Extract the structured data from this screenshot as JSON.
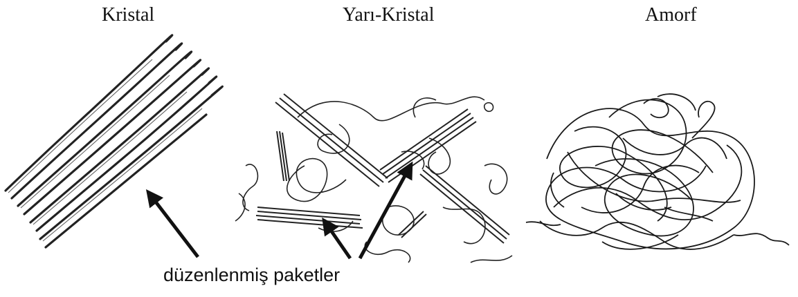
{
  "titles": {
    "crystalline": "Kristal",
    "semi_crystalline": "Yarı-Kristal",
    "amorphous": "Amorf"
  },
  "caption": "düzenlenmiş paketler",
  "colors": {
    "ink": "#111111",
    "background": "#ffffff"
  }
}
